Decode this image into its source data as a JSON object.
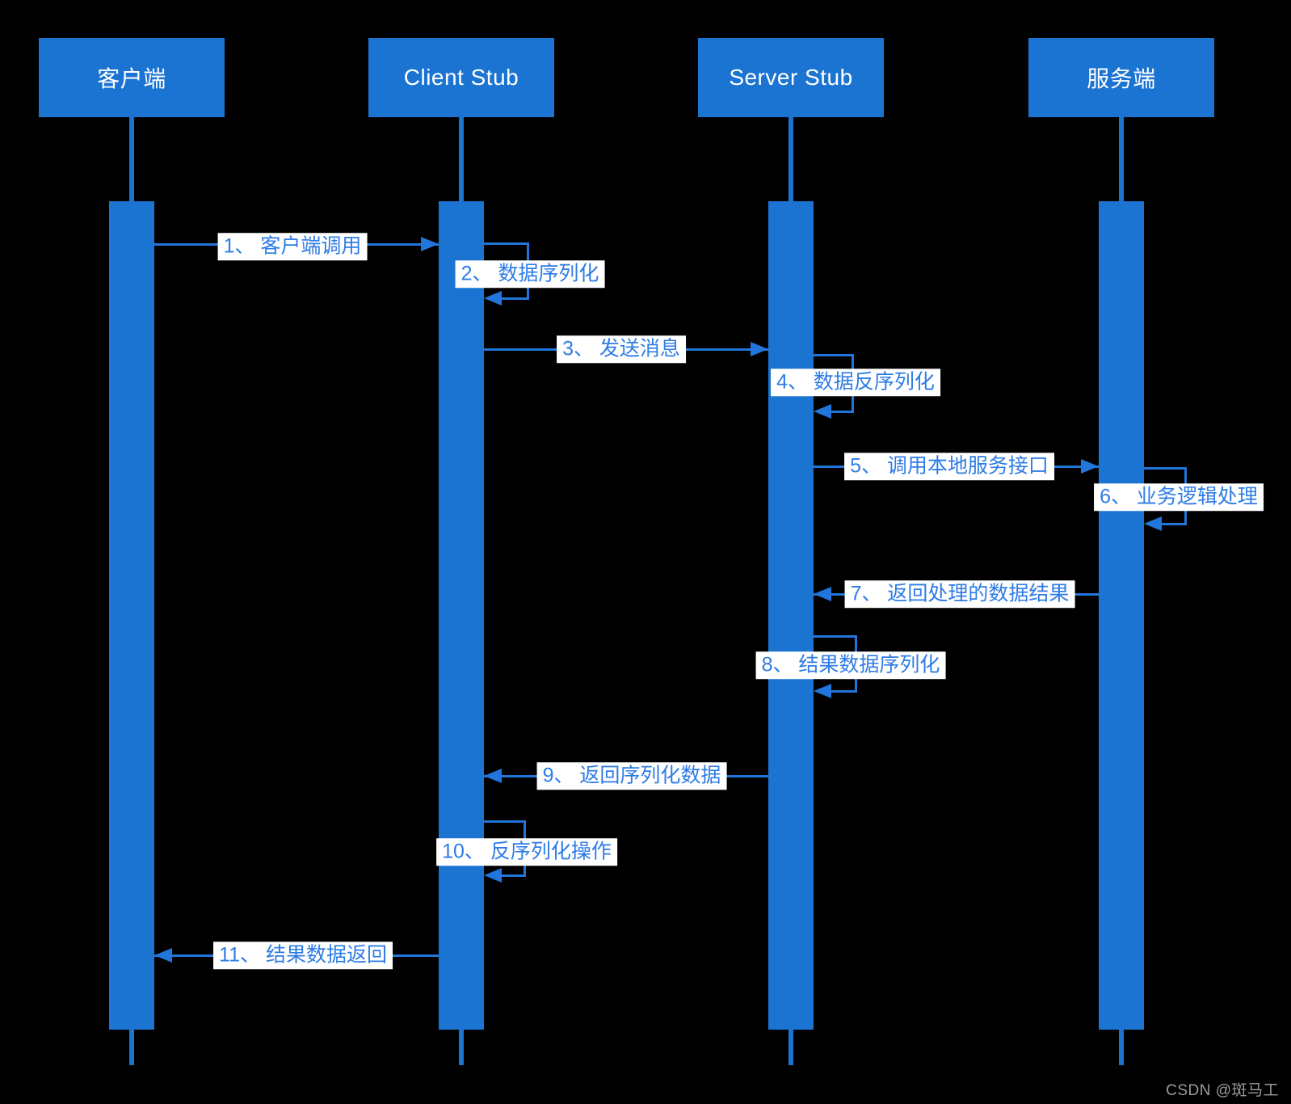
{
  "diagram": {
    "actors": [
      {
        "id": "client",
        "label": "客户端"
      },
      {
        "id": "client-stub",
        "label": "Client Stub"
      },
      {
        "id": "server-stub",
        "label": "Server Stub"
      },
      {
        "id": "server",
        "label": "服务端"
      }
    ],
    "messages": [
      {
        "seq": "1",
        "label": "1、 客户端调用",
        "from": "client",
        "to": "client-stub",
        "kind": "call"
      },
      {
        "seq": "2",
        "label": "2、 数据序列化",
        "from": "client-stub",
        "to": "client-stub",
        "kind": "self"
      },
      {
        "seq": "3",
        "label": "3、 发送消息",
        "from": "client-stub",
        "to": "server-stub",
        "kind": "call"
      },
      {
        "seq": "4",
        "label": "4、 数据反序列化",
        "from": "server-stub",
        "to": "server-stub",
        "kind": "self"
      },
      {
        "seq": "5",
        "label": "5、 调用本地服务接口",
        "from": "server-stub",
        "to": "server",
        "kind": "call"
      },
      {
        "seq": "6",
        "label": "6、 业务逻辑处理",
        "from": "server",
        "to": "server",
        "kind": "self"
      },
      {
        "seq": "7",
        "label": "7、 返回处理的数据结果",
        "from": "server",
        "to": "server-stub",
        "kind": "return"
      },
      {
        "seq": "8",
        "label": "8、 结果数据序列化",
        "from": "server-stub",
        "to": "server-stub",
        "kind": "self"
      },
      {
        "seq": "9",
        "label": "9、 返回序列化数据",
        "from": "server-stub",
        "to": "client-stub",
        "kind": "return"
      },
      {
        "seq": "10",
        "label": "10、 反序列化操作",
        "from": "client-stub",
        "to": "client-stub",
        "kind": "self"
      },
      {
        "seq": "11",
        "label": "11、 结果数据返回",
        "from": "client-stub",
        "to": "client",
        "kind": "return"
      }
    ],
    "colors": {
      "shape_blue": "#1B74D2",
      "line_blue": "#2276DB",
      "label_text_blue": "#2E7CE5",
      "label_background": "#FFFFFF",
      "background": "#000000",
      "watermark_gray": "#9C9C9C"
    }
  },
  "watermark": "CSDN @斑马工"
}
